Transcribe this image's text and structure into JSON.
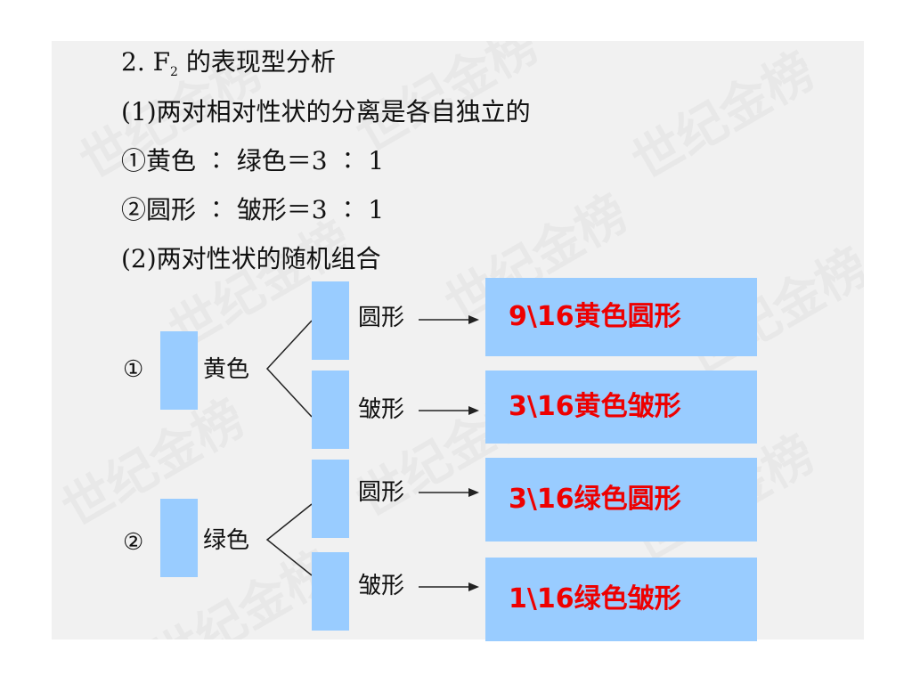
{
  "heading": {
    "num": "2. F",
    "sub": "2",
    "rest": " 的表现型分析"
  },
  "lines": {
    "l1": "(1)两对相对性状的分离是各自独立的",
    "l2": "①黄色 ∶ 绿色＝3 ∶ 1",
    "l3": "②圆形 ∶ 皱形＝3 ∶ 1",
    "l4": "(2)两对性状的随机组合"
  },
  "groups": [
    {
      "marker": "①",
      "parent": "黄色",
      "branches": [
        "圆形",
        "皱形"
      ]
    },
    {
      "marker": "②",
      "parent": "绿色",
      "branches": [
        "圆形",
        "皱形"
      ]
    }
  ],
  "results": [
    "9\\16黄色圆形",
    "3\\16黄色皱形",
    "3\\16绿色圆形",
    "1\\16绿色皱形"
  ],
  "watermark": "世纪金榜",
  "colors": {
    "box": "#99ccff",
    "result_text": "#ee0000",
    "background": "#f1f1f1"
  }
}
